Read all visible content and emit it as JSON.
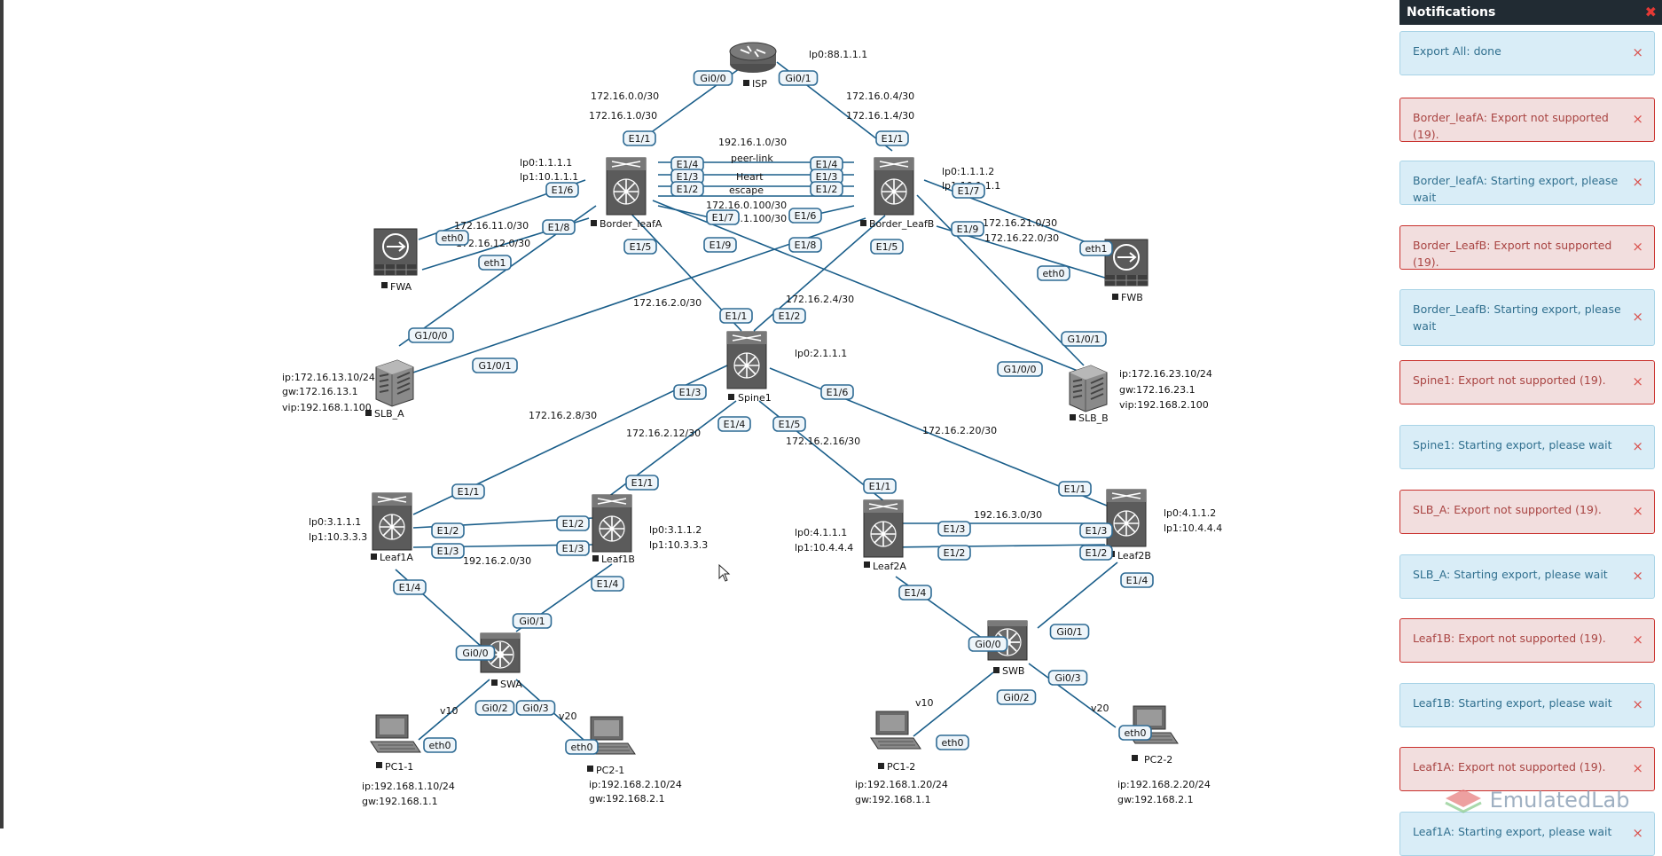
{
  "topology": {
    "nodes": {
      "isp": {
        "name": "ISP",
        "info": [
          "lp0:88.1.1.1"
        ]
      },
      "border_leafa": {
        "name": "Border_leafA",
        "info": [
          "lp0:1.1.1.1",
          "lp1:10.1.1.1"
        ]
      },
      "border_leafb": {
        "name": "Border_LeafB",
        "info": [
          "lp0:1.1.1.2",
          "lp1:10.1.1.1"
        ]
      },
      "fwa": {
        "name": "FWA"
      },
      "fwb": {
        "name": "FWB"
      },
      "slb_a": {
        "name": "SLB_A",
        "info": [
          "ip:172.16.13.10/24",
          "gw:172.16.13.1",
          "vip:192.168.1.100"
        ]
      },
      "slb_b": {
        "name": "SLB_B",
        "info": [
          "ip:172.16.23.10/24",
          "gw:172.16.23.1",
          "vip:192.168.2.100"
        ]
      },
      "spine1": {
        "name": "Spine1",
        "info": [
          "lp0:2.1.1.1"
        ]
      },
      "leaf1a": {
        "name": "Leaf1A",
        "info": [
          "lp0:3.1.1.1",
          "lp1:10.3.3.3"
        ]
      },
      "leaf1b": {
        "name": "Leaf1B",
        "info": [
          "lp0:3.1.1.2",
          "lp1:10.3.3.3"
        ]
      },
      "leaf2a": {
        "name": "Leaf2A",
        "info": [
          "lp0:4.1.1.1",
          "lp1:10.4.4.4"
        ]
      },
      "leaf2b": {
        "name": "Leaf2B",
        "info": [
          "lp0:4.1.1.2",
          "lp1:10.4.4.4"
        ]
      },
      "swa": {
        "name": "SWA"
      },
      "swb": {
        "name": "SWB"
      },
      "pc1_1": {
        "name": "PC1-1",
        "info": [
          "ip:192.168.1.10/24",
          "gw:192.168.1.1"
        ]
      },
      "pc2_1": {
        "name": "PC2-1",
        "info": [
          "ip:192.168.2.10/24",
          "gw:192.168.2.1"
        ]
      },
      "pc1_2": {
        "name": "PC1-2",
        "info": [
          "ip:192.168.1.20/24",
          "gw:192.168.1.1"
        ]
      },
      "pc2_2": {
        "name": "PC2-2",
        "info": [
          "ip:192.168.2.20/24",
          "gw:192.168.2.1"
        ]
      }
    },
    "text_labels": {
      "isp_a1": "172.16.0.0/30",
      "isp_a2": "172.16.1.0/30",
      "isp_b1": "172.16.0.4/30",
      "isp_b2": "172.16.1.4/30",
      "peer_net": "192.16.1.0/30",
      "peer_link": "peer-link",
      "heart": "Heart",
      "escape": "escape",
      "vpc1": "172.16.0.100/30",
      "vpc2": "172.16.1.100/30",
      "fwa_n1": "172.16.11.0/30",
      "fwa_n2": "172.16.12.0/30",
      "fwb_n1": "172.16.21.0/30",
      "fwb_n2": "172.16.22.0/30",
      "bl_sp_a": "172.16.2.0/30",
      "bl_sp_b": "172.16.2.4/30",
      "sp_l1a": "172.16.2.8/30",
      "sp_l1b": "172.16.2.12/30",
      "sp_l2a": "172.16.2.16/30",
      "sp_l2b": "172.16.2.20/30",
      "l1_link": "192.16.2.0/30",
      "l2_link": "192.16.3.0/30",
      "v10a": "v10",
      "v20a": "v20",
      "v10b": "v10",
      "v20b": "v20"
    },
    "ifaces": {
      "isp_gi00": "Gi0/0",
      "isp_gi01": "Gi0/1",
      "bla_e11": "E1/1",
      "blb_e11": "E1/1",
      "bla_e14": "E1/4",
      "bla_e13": "E1/3",
      "bla_e12": "E1/2",
      "blb_e14": "E1/4",
      "blb_e13": "E1/3",
      "blb_e12": "E1/2",
      "bla_e16": "E1/6",
      "bla_e18": "E1/8",
      "bla_e17": "E1/7",
      "bla_e15": "E1/5",
      "bla_e19": "E1/9",
      "blb_e16": "E1/6",
      "blb_e18": "E1/8",
      "blb_e15": "E1/5",
      "blb_e17": "E1/7",
      "blb_e19": "E1/9",
      "fwa_eth0": "eth0",
      "fwa_eth1": "eth1",
      "fwb_eth1": "eth1",
      "fwb_eth0": "eth0",
      "slba_g100": "G1/0/0",
      "slba_g101": "G1/0/1",
      "slbb_g101": "G1/0/1",
      "slbb_g100": "G1/0/0",
      "sp_e11": "E1/1",
      "sp_e12": "E1/2",
      "sp_e13": "E1/3",
      "sp_e14": "E1/4",
      "sp_e15": "E1/5",
      "sp_e16": "E1/6",
      "l1a_e11": "E1/1",
      "l1a_e12": "E1/2",
      "l1a_e13": "E1/3",
      "l1a_e14": "E1/4",
      "l1b_e11": "E1/1",
      "l1b_e12": "E1/2",
      "l1b_e13": "E1/3",
      "l1b_e14": "E1/4",
      "l2a_e11": "E1/1",
      "l2a_e13": "E1/3",
      "l2a_e12": "E1/2",
      "l2a_e14": "E1/4",
      "l2b_e11": "E1/1",
      "l2b_e13": "E1/3",
      "l2b_e12": "E1/2",
      "l2b_e14": "E1/4",
      "swa_gi00": "Gi0/0",
      "swa_gi01": "Gi0/1",
      "swa_gi02": "Gi0/2",
      "swa_gi03": "Gi0/3",
      "swb_gi00": "Gi0/0",
      "swb_gi01": "Gi0/1",
      "swb_gi02": "Gi0/2",
      "swb_gi03": "Gi0/3",
      "pc11_eth0": "eth0",
      "pc21_eth0": "eth0",
      "pc12_eth0": "eth0",
      "pc22_eth0": "eth0"
    }
  },
  "notifications": {
    "title": "Notifications",
    "close_icon": "close-icon",
    "items": [
      {
        "text": "Export All: done",
        "type": "info"
      },
      {
        "text": "Border_leafA: Export not supported (19).",
        "type": "error"
      },
      {
        "text": "Border_leafA: Starting export, please wait",
        "type": "info"
      },
      {
        "text": "Border_LeafB: Export not supported (19).",
        "type": "error"
      },
      {
        "text": "Border_LeafB: Starting export, please wait",
        "type": "info"
      },
      {
        "text": "Spine1: Export not supported (19).",
        "type": "error"
      },
      {
        "text": "Spine1: Starting export, please wait",
        "type": "info"
      },
      {
        "text": "SLB_A: Export not supported (19).",
        "type": "error"
      },
      {
        "text": "SLB_A: Starting export, please wait",
        "type": "info"
      },
      {
        "text": "Leaf1B: Export not supported (19).",
        "type": "error"
      },
      {
        "text": "Leaf1B: Starting export, please wait",
        "type": "info"
      },
      {
        "text": "Leaf1A: Export not supported (19).",
        "type": "error"
      },
      {
        "text": "Leaf1A: Starting export, please wait",
        "type": "info"
      }
    ],
    "dismiss_glyph": "×"
  },
  "branding": {
    "text": "EmulatedLab"
  },
  "colors": {
    "link": "#1a5e8a",
    "iface_border": "#2f6b94",
    "error_bg": "#f2dede",
    "info_bg": "#d9edf7",
    "header_bg": "#212b33"
  }
}
